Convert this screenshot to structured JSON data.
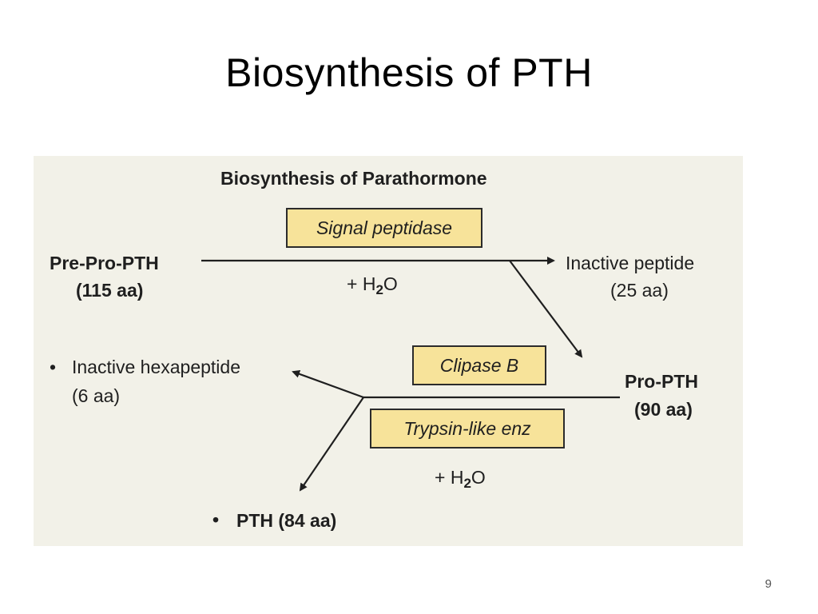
{
  "slide": {
    "title": "Biosynthesis of PTH",
    "page_number": "9"
  },
  "figure": {
    "heading": "Biosynthesis of Parathormone",
    "enzymes": {
      "signal_peptidase": "Signal peptidase",
      "clipase_b": "Clipase B",
      "trypsin_like": "Trypsin-like enz"
    },
    "water_1": {
      "prefix": "+ H",
      "subscript": "2",
      "suffix": "O"
    },
    "water_2": {
      "prefix": "+ H",
      "subscript": "2",
      "suffix": "O"
    },
    "pre_pro_pth": {
      "name": "Pre-Pro-PTH",
      "length": "(115 aa)"
    },
    "inactive_peptide": {
      "name": "Inactive peptide",
      "length": "(25 aa)"
    },
    "pro_pth": {
      "name": "Pro-PTH",
      "length": "(90 aa)"
    },
    "inactive_hexapeptide": {
      "bullet": "•",
      "name": "Inactive hexapeptide",
      "length": "(6 aa)"
    },
    "pth": {
      "bullet": "•",
      "name": "PTH (84 aa)"
    }
  }
}
